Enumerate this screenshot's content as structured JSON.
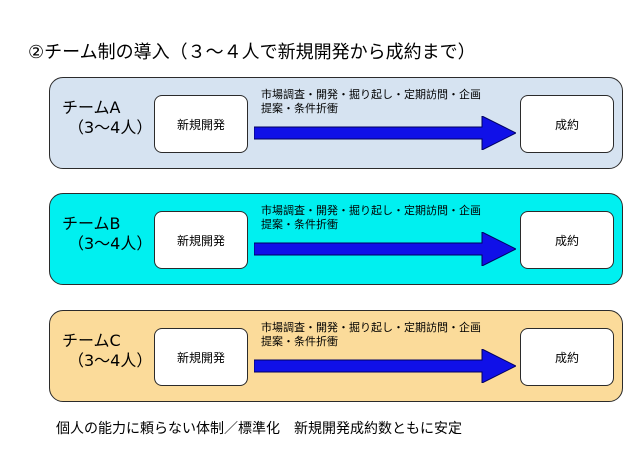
{
  "title": "②チーム制の導入（３～４人で新規開発から成約まで）",
  "colors": {
    "panel_a": "#d6e3f1",
    "panel_b": "#00f0f0",
    "panel_c": "#fbdb9a",
    "arrow": "#1010e8"
  },
  "teams": [
    {
      "name": "チームA",
      "size": "（3～4人）",
      "start": "新規開発",
      "process_line1": "市場調査・開発・掘り起し・定期訪問・企画",
      "process_line2": "提案・条件折衝",
      "end": "成約"
    },
    {
      "name": "チームB",
      "size": "（3～4人）",
      "start": "新規開発",
      "process_line1": "市場調査・開発・掘り起し・定期訪問・企画",
      "process_line2": "提案・条件折衝",
      "end": "成約"
    },
    {
      "name": "チームC",
      "size": "（3～4人）",
      "start": "新規開発",
      "process_line1": "市場調査・開発・掘り起し・定期訪問・企画",
      "process_line2": "提案・条件折衝",
      "end": "成約"
    }
  ],
  "footer": "個人の能力に頼らない体制／標準化　新規開発成約数ともに安定"
}
